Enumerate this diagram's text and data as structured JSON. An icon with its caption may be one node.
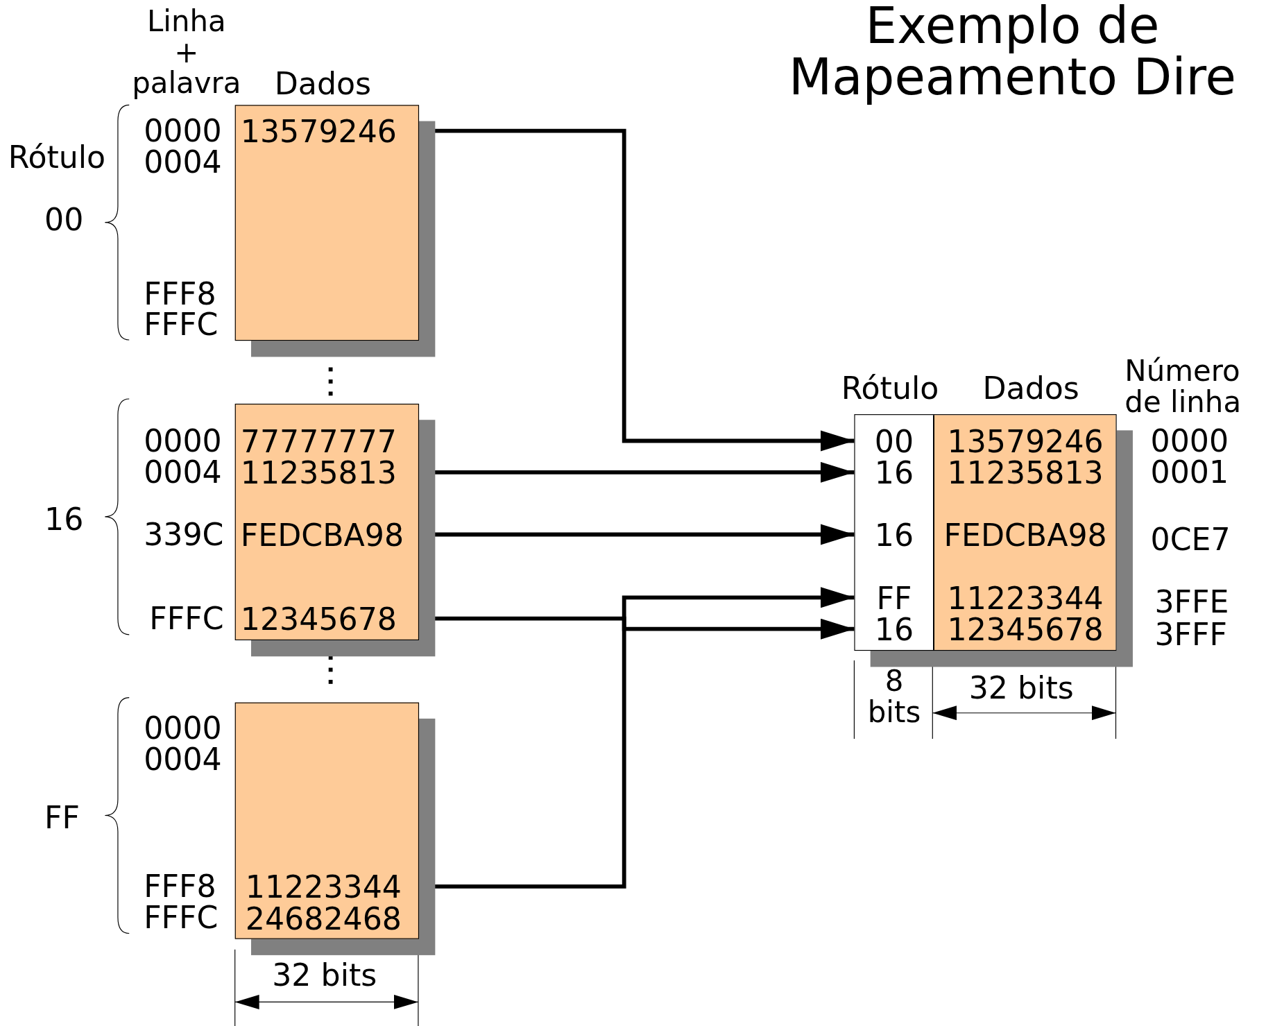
{
  "diagram": {
    "title": "Exemplo de Mapeamento Dire",
    "nodes": [
      {
        "text": [],
        "shape": "box"
      },
      {
        "text": [
          "13579246"
        ],
        "in": 0
      },
      {
        "text": [],
        "shape": "box"
      },
      {
        "text": [
          "77777777"
        ],
        "in": 2
      },
      {
        "text": [
          "11235813"
        ],
        "in": 2
      },
      {
        "text": [
          "FEDCBA98"
        ],
        "in": 2
      },
      {
        "text": [
          "12345678"
        ],
        "in": 2
      },
      {
        "text": [],
        "shape": "box"
      },
      {
        "text": [
          "11223344"
        ],
        "in": 7
      },
      {
        "text": [
          "24682468"
        ],
        "in": 7
      },
      {
        "text": [],
        "shape": "box"
      },
      {
        "text": [
          "00",
          "13579246"
        ],
        "in": 10
      },
      {
        "text": [
          "16",
          "11235813"
        ],
        "in": 10
      },
      {
        "text": [
          "16",
          "FEDCBA98"
        ],
        "in": 10
      },
      {
        "text": [
          "FF",
          "11223344"
        ],
        "in": 10
      },
      {
        "text": [
          "16",
          "12345678"
        ],
        "in": 10
      }
    ],
    "edges": [
      {
        "from": 1,
        "to": 11,
        "arrow": "to"
      },
      {
        "from": 4,
        "to": 12,
        "arrow": "to"
      },
      {
        "from": 5,
        "to": 13,
        "arrow": "to"
      },
      {
        "from": 8,
        "to": 14,
        "arrow": "to"
      },
      {
        "from": 6,
        "to": 15,
        "arrow": "to"
      }
    ],
    "labels": [
      "Linha + palavra",
      "Dados",
      "Rótulo",
      "0000",
      "0004",
      "00",
      "FFF8",
      "FFFC",
      "Rótulo",
      "Dados",
      "Número de linha",
      "0000",
      "0004",
      "0000",
      "0001",
      "16",
      "339C",
      "0CE7",
      "FFFC",
      "3FFE",
      "3FFF",
      "8 bits",
      "32 bits",
      "0000",
      "0004",
      "FF",
      "FFF8",
      "FFFC",
      "32 bits"
    ]
  }
}
